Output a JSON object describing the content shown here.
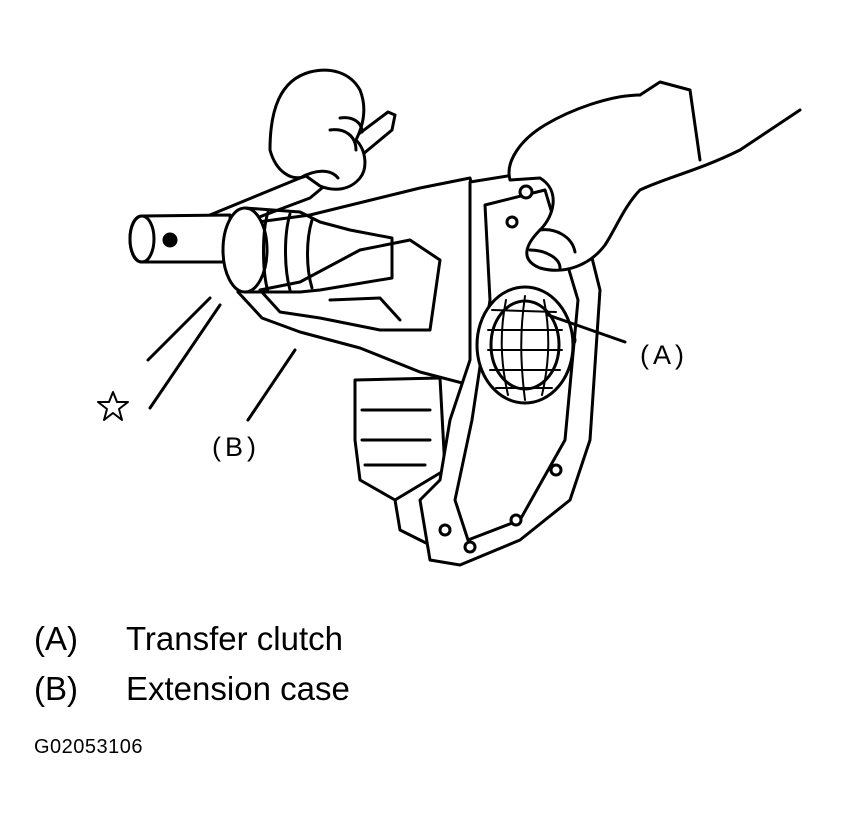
{
  "diagram": {
    "callouts": [
      {
        "id": "A",
        "text": "(A)"
      },
      {
        "id": "B",
        "text": "(B)"
      }
    ],
    "legend": [
      {
        "key": "(A)",
        "label": "Transfer clutch"
      },
      {
        "key": "(B)",
        "label": "Extension case"
      }
    ],
    "figure_id": "G02053106",
    "icons": [
      "star-icon"
    ]
  }
}
